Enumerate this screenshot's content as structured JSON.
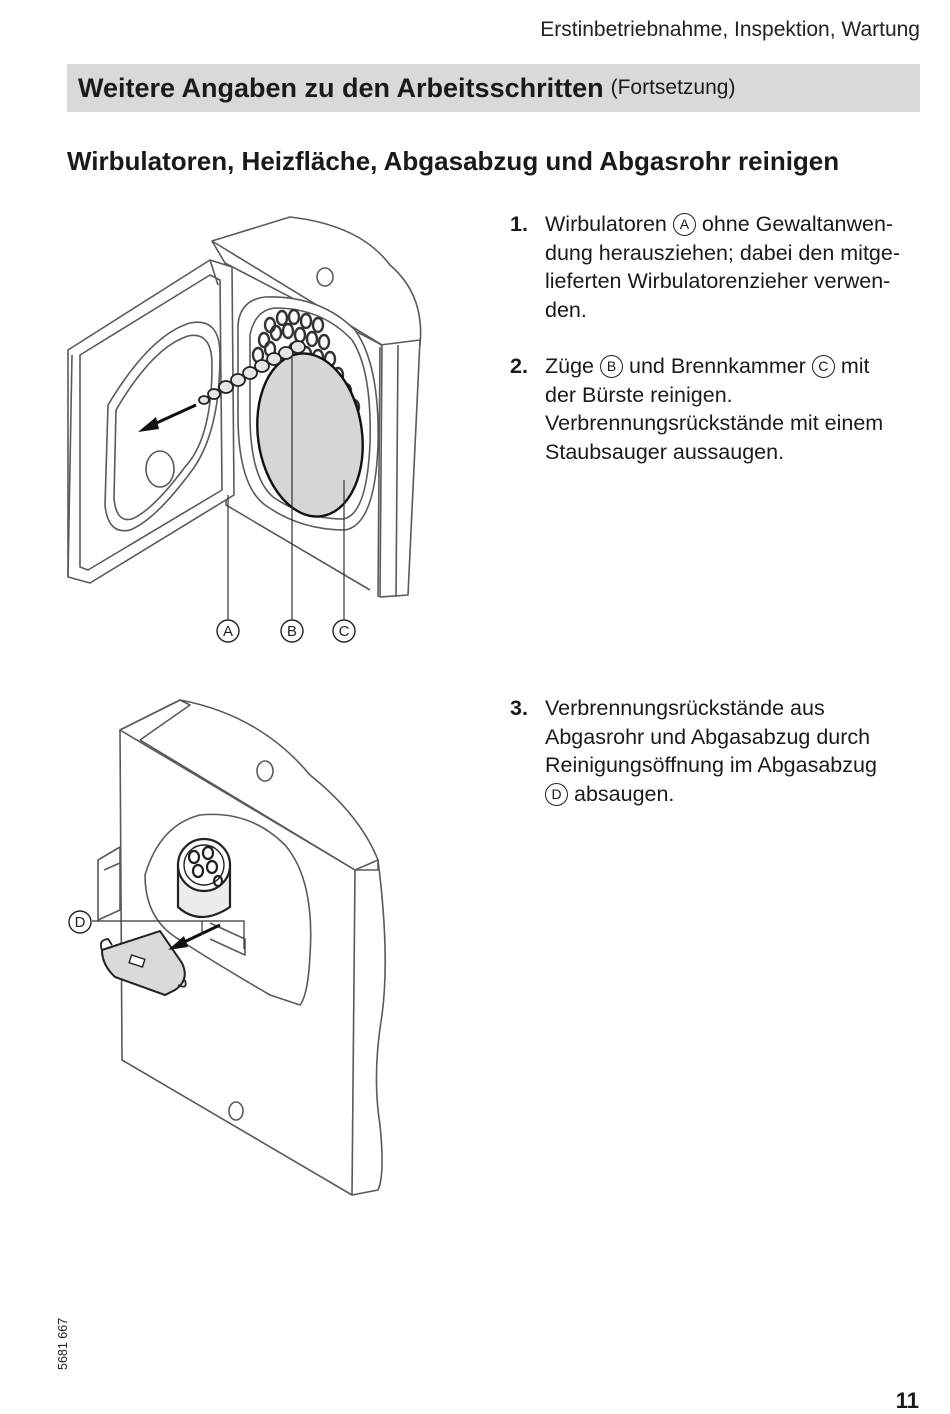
{
  "header": {
    "section": "Erstinbetriebnahme, Inspektion, Wartung"
  },
  "title": {
    "main": "Weitere Angaben zu den Arbeitsschritten",
    "suffix": "(Fortsetzung)"
  },
  "subheading": "Wirbulatoren, Heizfläche, Abgasabzug und Abgasrohr reinigen",
  "steps": [
    {
      "number": "1.",
      "lines": [
        [
          "Wirbulatoren",
          "A",
          "ohne Gewaltanwen-"
        ],
        [
          "dung herausziehen; dabei den mitge-"
        ],
        [
          "lieferten Wirbulatorenzieher verwen-"
        ],
        [
          "den."
        ]
      ]
    },
    {
      "number": "2.",
      "lines": [
        [
          "Züge",
          "B",
          "und Brennkammer",
          "C",
          "mit"
        ],
        [
          "der Bürste reinigen."
        ],
        [
          "Verbrennungsrückstände mit einem"
        ],
        [
          "Staubsauger aussaugen."
        ]
      ]
    },
    {
      "number": "3.",
      "lines": [
        [
          "Verbrennungsrückstände aus"
        ],
        [
          "Abgasrohr und Abgasabzug durch"
        ],
        [
          "Reinigungsöffnung im Abgasabzug"
        ],
        [
          "",
          "D",
          "absaugen."
        ]
      ]
    }
  ],
  "figure1": {
    "callouts": [
      "A",
      "B",
      "C"
    ]
  },
  "figure2": {
    "callouts": [
      "D"
    ]
  },
  "footer": {
    "doc_number": "5681 667",
    "page_number": "11"
  }
}
